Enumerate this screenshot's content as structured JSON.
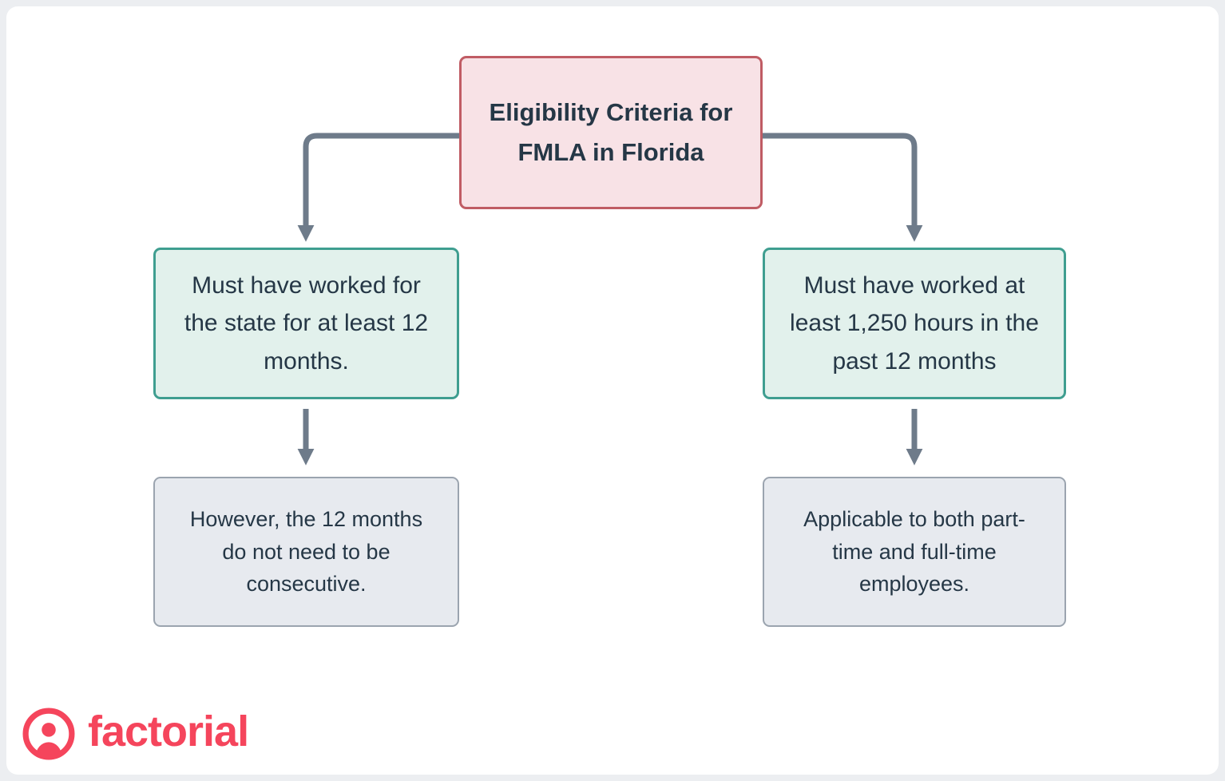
{
  "colors": {
    "title_fill": "#f8e2e6",
    "title_border": "#c05c64",
    "criteria_fill": "#e2f1ec",
    "criteria_border": "#3f9e90",
    "note_fill": "#e7eaef",
    "note_border": "#9ba4af",
    "arrow": "#6e7b8a",
    "text": "#253746",
    "brand": "#f5455c"
  },
  "flowchart": {
    "root": {
      "label": "Eligibility Criteria for FMLA in Florida"
    },
    "branches": [
      {
        "criteria": "Must have worked for the state for at least 12 months.",
        "note": "However, the 12 months do not need to be consecutive."
      },
      {
        "criteria": "Must have worked at least 1,250 hours in the past 12 months",
        "note": "Applicable to both part-time and full-time employees."
      }
    ]
  },
  "footer": {
    "logo_text": "factorial"
  }
}
